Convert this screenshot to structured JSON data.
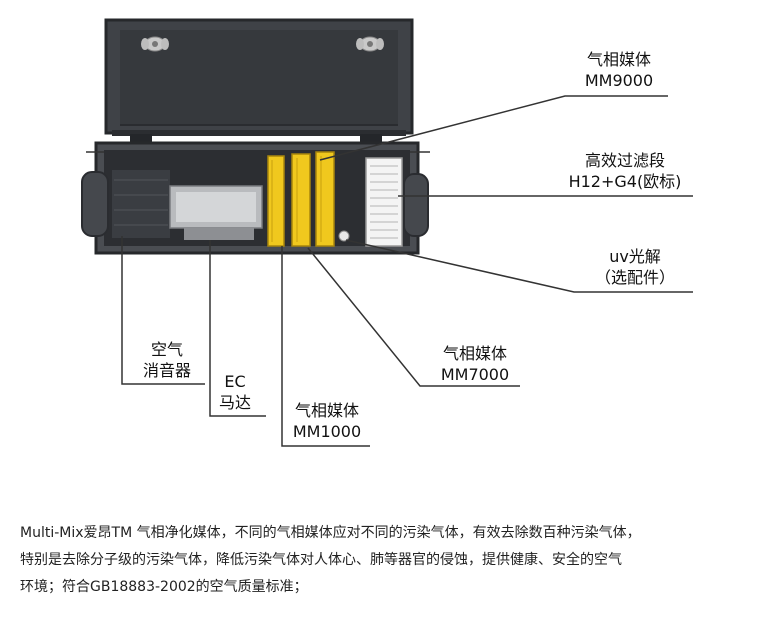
{
  "callouts": {
    "media_mm9000": {
      "line1": "气相媒体",
      "line2": "MM9000"
    },
    "hepa_stage": {
      "line1": "高效过滤段",
      "line2": "H12+G4(欧标)"
    },
    "uv_photolysis": {
      "line1": "uv光解",
      "line2": "（选配件）"
    },
    "media_mm7000": {
      "line1": "气相媒体",
      "line2": "MM7000"
    },
    "media_mm1000": {
      "line1": "气相媒体",
      "line2": "MM1000"
    },
    "ec_motor": {
      "line1": "EC",
      "line2": "马达"
    },
    "silencer": {
      "line1": "空气",
      "line2": "消音器"
    }
  },
  "description": {
    "line1": "Multi-Mix爱昂TM 气相净化媒体，不同的气相媒体应对不同的污染气体，有效去除数百种污染气体，",
    "line2": "特别是去除分子级的污染气体，降低污染气体对人体心、肺等器官的侵蚀，提供健康、安全的空气",
    "line3": "环境；符合GB18883-2002的空气质量标准；"
  },
  "colors": {
    "housing": "#4a4d52",
    "housing_dark": "#2f3135",
    "media_yellow": "#f0c81e",
    "leader_line": "#333333"
  }
}
